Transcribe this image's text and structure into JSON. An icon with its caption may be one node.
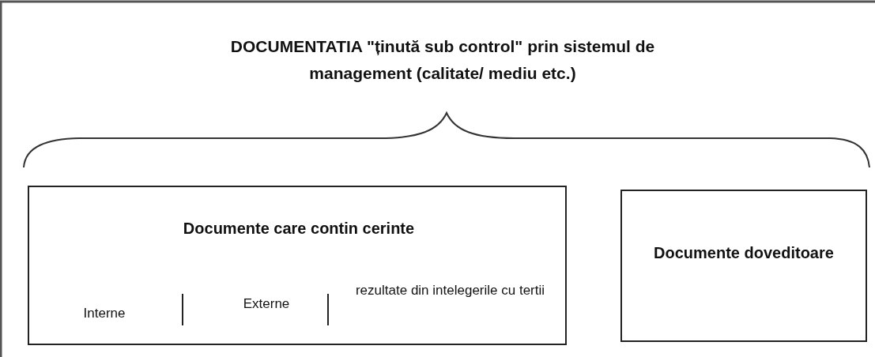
{
  "diagram": {
    "title": "DOCUMENTATIA \"ținută sub control\" prin sistemul de management (calitate/ mediu etc.)",
    "nodes": [
      {
        "text": [
          "Documente care contin cerinte",
          "Interne",
          "Externe",
          "rezultate din intelegerile cu tertii"
        ]
      },
      {
        "text": [
          "Documente doveditoare"
        ]
      }
    ],
    "edges": []
  }
}
